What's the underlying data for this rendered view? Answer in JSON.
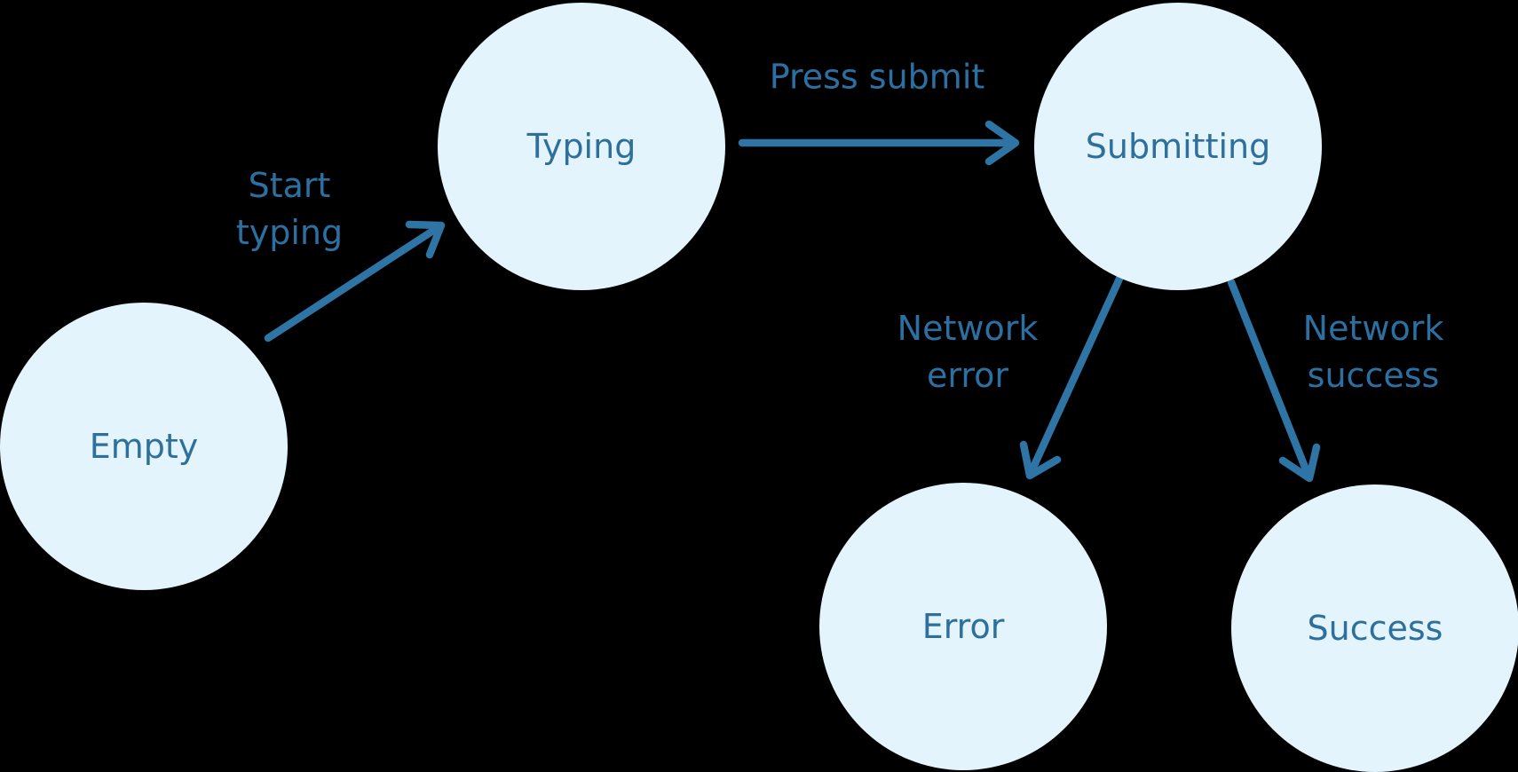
{
  "diagram": {
    "type": "state-machine",
    "background_color": "#000000",
    "node_fill_color": "#E3F4FD",
    "node_text_color": "#2E6F9B",
    "edge_label_color": "#2C70A1",
    "arrow_color": "#2E74A4",
    "nodes": [
      {
        "id": "empty",
        "label": "Empty"
      },
      {
        "id": "typing",
        "label": "Typing"
      },
      {
        "id": "submitting",
        "label": "Submitting"
      },
      {
        "id": "error",
        "label": "Error"
      },
      {
        "id": "success",
        "label": "Success"
      }
    ],
    "edges": [
      {
        "from": "Empty",
        "to": "Typing",
        "label": "Start\ntyping"
      },
      {
        "from": "Typing",
        "to": "Submitting",
        "label": "Press submit"
      },
      {
        "from": "Submitting",
        "to": "Error",
        "label": "Network\nerror"
      },
      {
        "from": "Submitting",
        "to": "Success",
        "label": "Network\nsuccess"
      }
    ]
  }
}
